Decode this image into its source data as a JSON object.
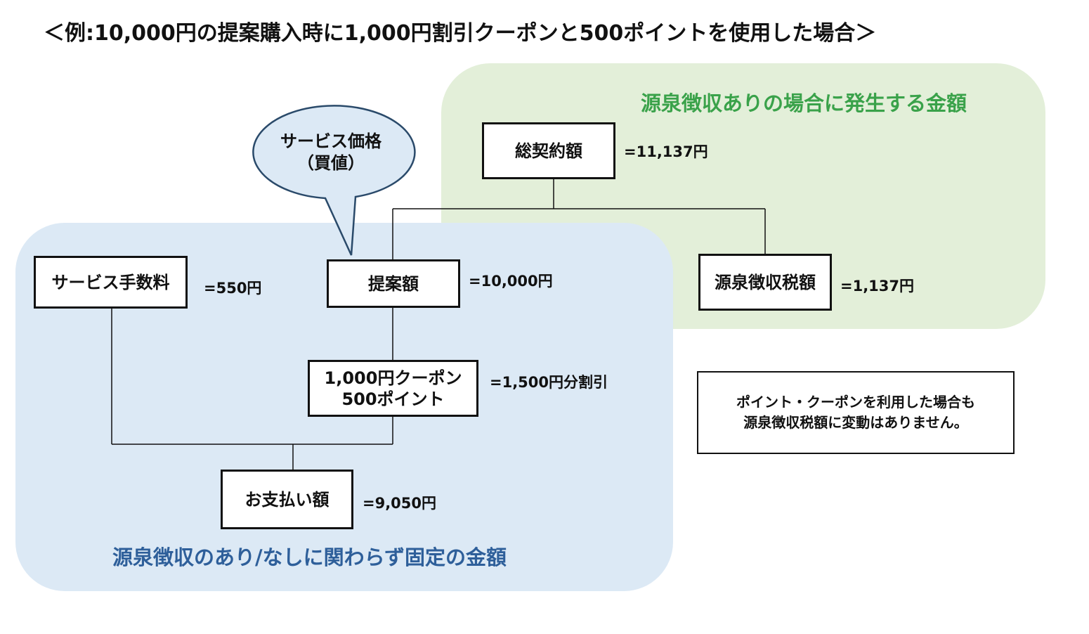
{
  "title": "＜例:10,000円の提案購入時に1,000円割引クーポンと500ポイントを使用した場合＞",
  "regions": {
    "withholding_label": "源泉徴収ありの場合に発生する金額",
    "fixed_label": "源泉徴収のあり/なしに関わらず固定の金額"
  },
  "bubble": {
    "line1": "サービス価格",
    "line2": "（買値）"
  },
  "nodes": {
    "total_contract": {
      "label": "総契約額",
      "value": "=11,137円"
    },
    "withholding_tax": {
      "label": "源泉徴収税額",
      "value": "=1,137円"
    },
    "service_fee": {
      "label": "サービス手数料",
      "value": "=550円"
    },
    "proposal": {
      "label": "提案額",
      "value": "=10,000円"
    },
    "discount": {
      "line1": "1,000円クーポン",
      "line2": "500ポイント",
      "value": "=1,500円分割引"
    },
    "payment": {
      "label": "お支払い額",
      "value": "=9,050円"
    }
  },
  "note": {
    "line1": "ポイント・クーポンを利用した場合も",
    "line2": "源泉徴収税額に変動はありません。"
  }
}
